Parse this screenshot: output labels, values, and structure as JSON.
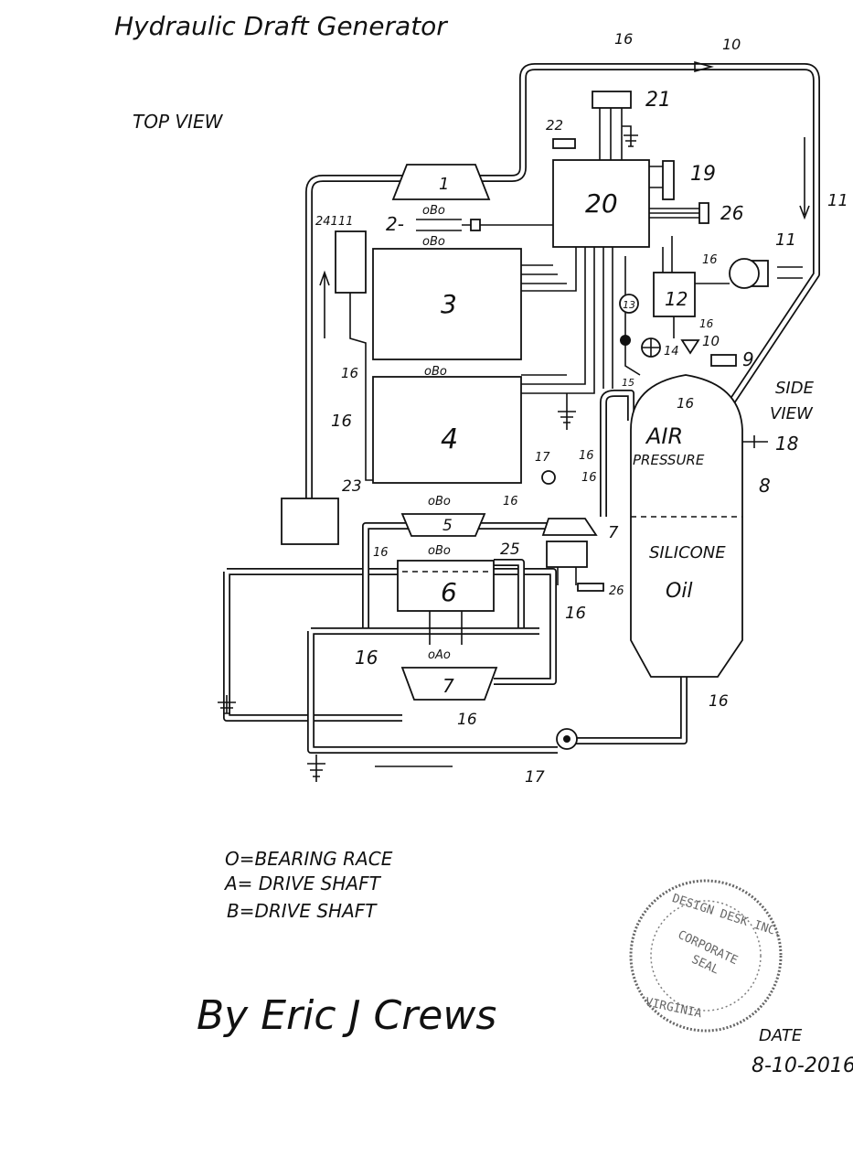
{
  "title": "Hydraulic Draft Generator",
  "top_view_label": "TOP VIEW",
  "side_view": {
    "line1": "SIDE",
    "line2": "VIEW"
  },
  "tank": {
    "air": "AIR",
    "pressure": "PRESSURE",
    "silicone": "SILICONE",
    "oil": "Oil"
  },
  "labels": [
    "1",
    "2-",
    "3",
    "4",
    "5",
    "6",
    "7",
    "7",
    "20",
    "21",
    "22",
    "19",
    "26",
    "11",
    "12",
    "13",
    "14",
    "15",
    "10",
    "9",
    "10",
    "16",
    "11",
    "16",
    "16",
    "16",
    "16",
    "16",
    "23",
    "24111",
    "17",
    "16",
    "16",
    "16",
    "16",
    "25",
    "26",
    "16",
    "16",
    "16",
    "16",
    "17",
    "18",
    "8"
  ],
  "legend": {
    "o": "O=BEARING RACE",
    "a": "A= DRIVE SHAFT",
    "b": "B=DRIVE SHAFT"
  },
  "bearings": {
    "b": "oBo",
    "a": "oAo"
  },
  "signature": "By Eric J Crews",
  "seal": {
    "top": "DESIGN DESK INC.",
    "mid1": "CORPORATE",
    "mid2": "SEAL",
    "bottom": "VIRGINIA"
  },
  "date": {
    "label": "DATE",
    "value": "8-10-2016"
  }
}
